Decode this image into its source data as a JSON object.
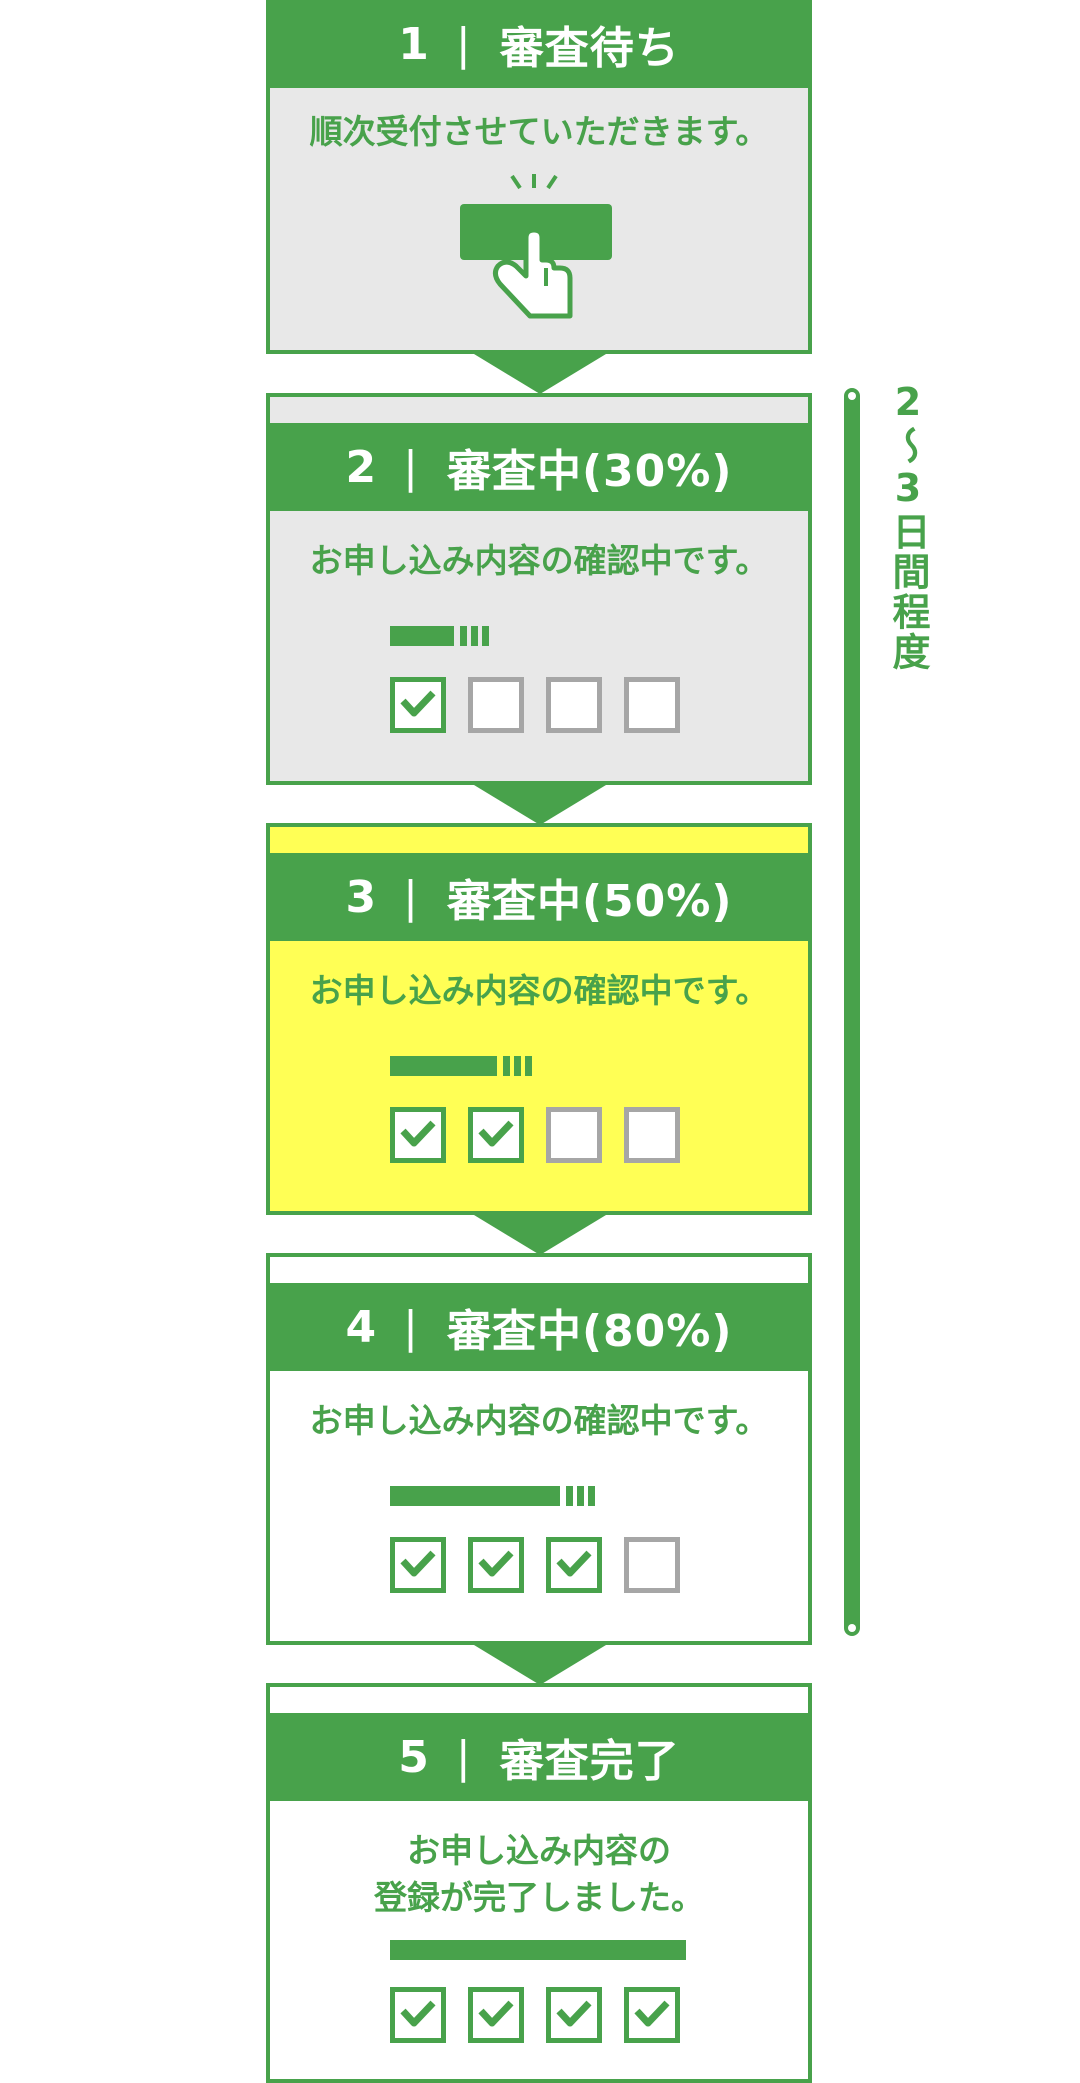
{
  "steps": [
    {
      "number": "1",
      "separator": "|",
      "title": "審査待ち",
      "description": "順次受付させていただきます。"
    },
    {
      "number": "2",
      "separator": "|",
      "title": "審査中(30%)",
      "description": "お申し込み内容の確認中です。",
      "progress": 0.3,
      "checks_done": 1,
      "checks_total": 4
    },
    {
      "number": "3",
      "separator": "|",
      "title": "審査中(50%)",
      "description": "お申し込み内容の確認中です。",
      "progress": 0.5,
      "checks_done": 2,
      "checks_total": 4
    },
    {
      "number": "4",
      "separator": "|",
      "title": "審査中(80%)",
      "description": "お申し込み内容の確認中です。",
      "progress": 0.8,
      "checks_done": 3,
      "checks_total": 4
    },
    {
      "number": "5",
      "separator": "|",
      "title": "審査完了",
      "description_line1": "お申し込み内容の",
      "description_line2": "登録が完了しました。",
      "progress": 1.0,
      "checks_done": 4,
      "checks_total": 4
    }
  ],
  "timeline": {
    "label": "2〜3日間程度"
  },
  "colors": {
    "accent": "#48a24b",
    "highlight": "#ffff55",
    "pending_bg": "#e8e8e8",
    "unchecked_border": "#a6a6a6"
  },
  "icons": {
    "tap": "hand-tap-icon",
    "check": "check-icon"
  }
}
